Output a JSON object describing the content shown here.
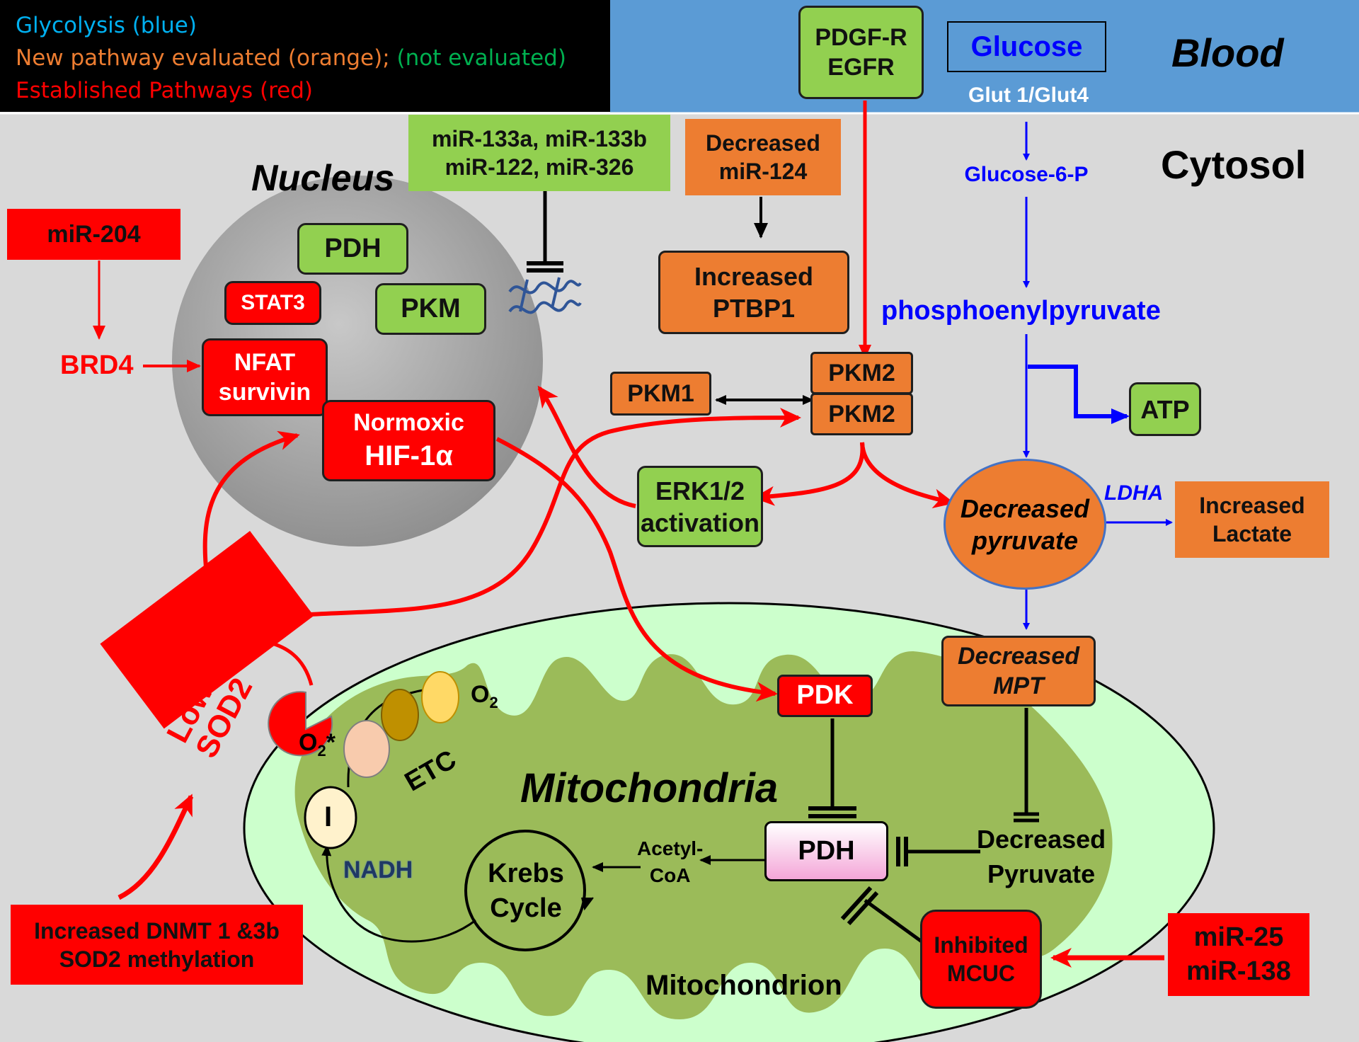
{
  "legend": {
    "glycolysis": "Glycolysis (blue)",
    "new_pathway": "New pathway evaluated (orange);",
    "not_evaluated": "(not evaluated)",
    "established": "Established Pathways (red)"
  },
  "colors": {
    "glycolysis": "#0000ff",
    "new_pathway": "#ed7d31",
    "not_evaluated": "#92d050",
    "established": "#ff0000",
    "blood_band": "#5b9bd5",
    "mitochondria_outer": "#ccffcc",
    "mitochondria_inner": "#9bbb59"
  },
  "compartments": {
    "blood": "Blood",
    "cytosol": "Cytosol",
    "nucleus": "Nucleus",
    "mitochondria": "Mitochondria",
    "mitochondrion": "Mitochondrion"
  },
  "blood": {
    "receptor_line1": "PDGF-R",
    "receptor_line2": "EGFR",
    "glucose": "Glucose",
    "transporter": "Glut 1/Glut4"
  },
  "glycolysis": {
    "g6p": "Glucose-6-P",
    "pep": "phosphoenylpyruvate",
    "atp": "ATP",
    "ldha": "LDHA",
    "lactate_line1": "Increased",
    "lactate_line2": "Lactate",
    "pyruvate_line1": "Decreased",
    "pyruvate_line2": "pyruvate"
  },
  "mirna_green": {
    "line1": "miR-133a, miR-133b",
    "line2": "miR-122, miR-326"
  },
  "mir124": {
    "line1": "Decreased",
    "line2": "miR-124"
  },
  "ptbp1": {
    "line1": "Increased",
    "line2": "PTBP1"
  },
  "pkm": {
    "pkm1": "PKM1",
    "pkm2_top": "PKM2",
    "pkm2_bottom": "PKM2"
  },
  "erk": {
    "line1": "ERK1/2",
    "line2": "activation"
  },
  "nucleus_items": {
    "pdh": "PDH",
    "stat3": "STAT3",
    "pkm": "PKM",
    "nfat": "NFAT",
    "survivin": "survivin",
    "hif_line1": "Normoxic",
    "hif_line2": "HIF-1α"
  },
  "mir204": "miR-204",
  "brd4": "BRD4",
  "sod2": {
    "line1": "Low",
    "line2": "SOD2"
  },
  "dnmt": {
    "line1": "Increased DNMT 1 &3b",
    "line2": "SOD2 methylation"
  },
  "mito": {
    "pdk": "PDK",
    "pdh": "PDH",
    "mpt_line1": "Decreased",
    "mpt_line2": "MPT",
    "pyruvate_line1": "Decreased",
    "pyruvate_line2": "Pyruvate",
    "mcuc_line1": "Inhibited",
    "mcuc_line2": "MCUC",
    "acetyl_line1": "Acetyl-",
    "acetyl_line2": "CoA",
    "krebs_line1": "Krebs",
    "krebs_line2": "Cycle",
    "nadh": "NADH",
    "complex1": "I",
    "etc": "ETC",
    "o2_star": "O",
    "o2": "O"
  },
  "mir25": {
    "line1": "miR-25",
    "line2": "miR-138"
  }
}
